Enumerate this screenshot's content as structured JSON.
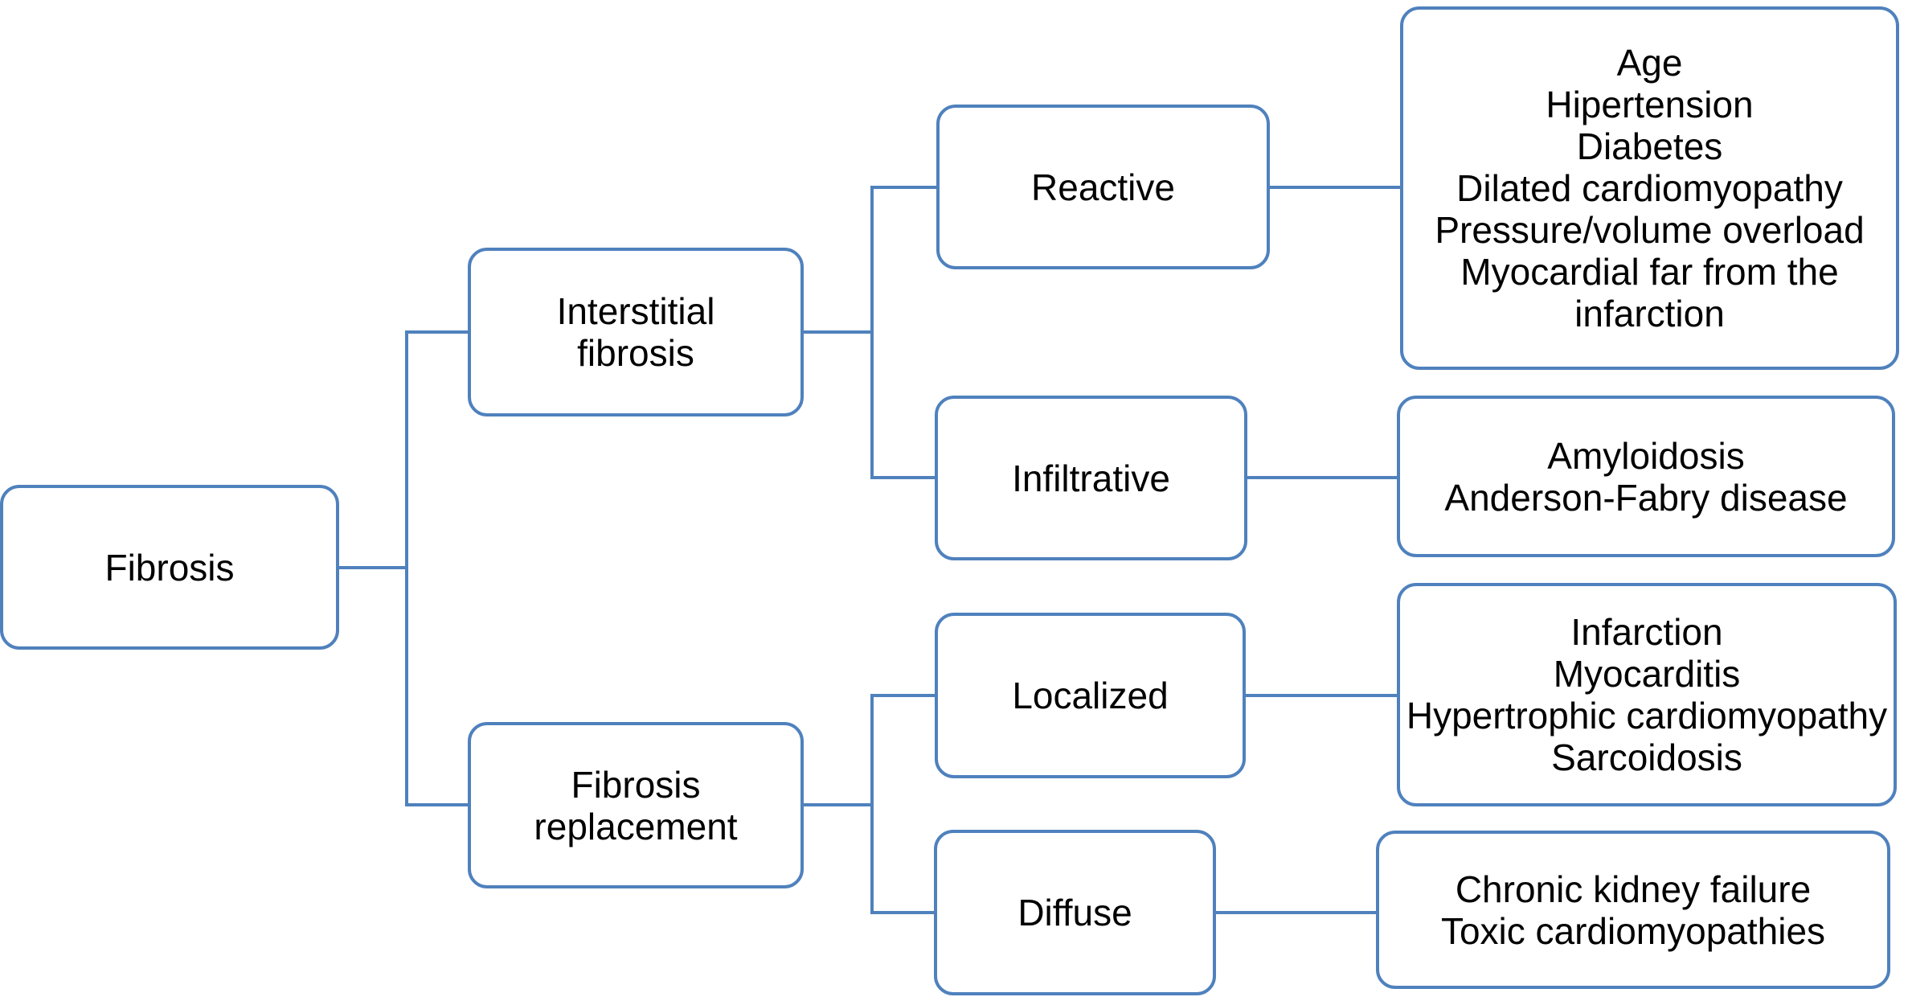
{
  "colors": {
    "accent": "#4f81bd",
    "text": "#000000",
    "background": "#ffffff"
  },
  "diagram": {
    "root": {
      "label": "Fibrosis"
    },
    "types": {
      "interstitial": {
        "label": [
          "Interstitial",
          "fibrosis"
        ]
      },
      "replacement": {
        "label": [
          "Fibrosis",
          "replacement"
        ]
      }
    },
    "subtypes": {
      "reactive": {
        "label": "Reactive"
      },
      "infiltrative": {
        "label": "Infiltrative"
      },
      "localized": {
        "label": "Localized"
      },
      "diffuse": {
        "label": "Diffuse"
      }
    },
    "causes": {
      "reactive": [
        "Age",
        "Hipertension",
        "Diabetes",
        "Dilated cardiomyopathy",
        "Pressure/volume overload",
        "Myocardial far from the infarction"
      ],
      "infiltrative": [
        "Amyloidosis",
        "Anderson-Fabry disease"
      ],
      "localized": [
        "Infarction",
        "Myocarditis",
        "Hypertrophic cardiomyopathy",
        "Sarcoidosis"
      ],
      "diffuse": [
        "Chronic kidney failure",
        "Toxic cardiomyopathies"
      ]
    }
  }
}
